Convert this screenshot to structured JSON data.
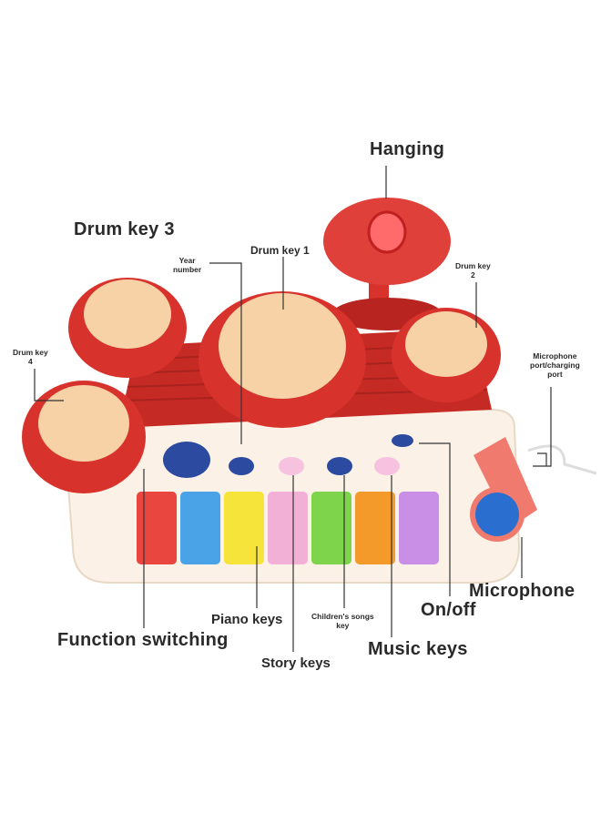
{
  "labels": {
    "hanging": "Hanging",
    "drum_key_3": "Drum key 3",
    "year_number": "Year\nnumber",
    "drum_key_1": "Drum key 1",
    "drum_key_2": "Drum key\n2",
    "drum_key_4": "Drum key\n4",
    "microphone_port": "Microphone\nport/charging\nport",
    "microphone": "Microphone",
    "on_off": "On/off",
    "piano_keys": "Piano keys",
    "childrens_songs_key": "Children's songs\nkey",
    "function_switching": "Function switching",
    "music_keys": "Music keys",
    "story_keys": "Story keys"
  },
  "colors": {
    "body_red": "#d8322c",
    "drum_skin": "#f6d2a6",
    "base_white": "#fbf1e6",
    "key_red": "#e8463e",
    "key_blue": "#49a3e6",
    "key_yellow": "#f7e43a",
    "key_pink": "#f2b0d6",
    "key_green": "#7ed44a",
    "key_orange": "#f39a2a",
    "key_purple": "#c98ee6",
    "mic_blue": "#2a6fcf",
    "leader_line": "#333333"
  },
  "piano_key_colors": [
    "#e8463e",
    "#49a3e6",
    "#f7e43a",
    "#f2b0d6",
    "#7ed44a",
    "#f39a2a",
    "#c98ee6"
  ]
}
